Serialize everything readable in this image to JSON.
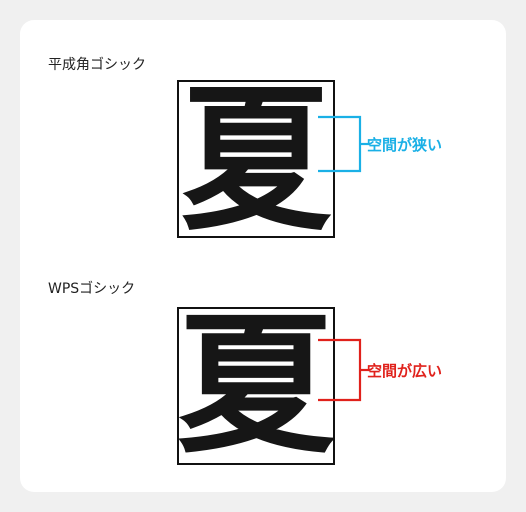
{
  "examples": [
    {
      "font_label": "平成角ゴシック",
      "glyph": "夏",
      "note": "空間が狭い",
      "accent_color": "#1ab0e6"
    },
    {
      "font_label": "WPSゴシック",
      "glyph": "夏",
      "note": "空間が広い",
      "accent_color": "#e0211b"
    }
  ]
}
